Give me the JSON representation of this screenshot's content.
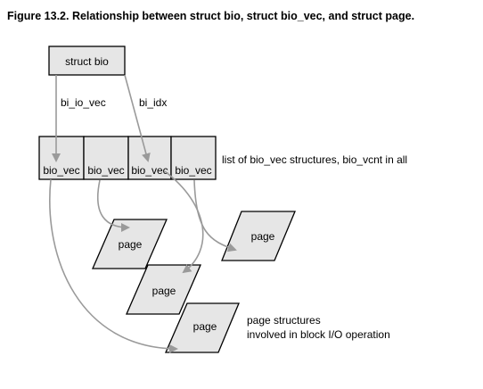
{
  "figure": {
    "title": "Figure 13.2. Relationship between struct bio, struct bio_vec, and struct page."
  },
  "struct_bio": {
    "label": "struct bio"
  },
  "edges": {
    "bi_io_vec": "bi_io_vec",
    "bi_idx": "bi_idx"
  },
  "bio_vec_array": {
    "cells": [
      "bio_vec",
      "bio_vec",
      "bio_vec",
      "bio_vec"
    ],
    "caption": "list of bio_vec structures, bio_vcnt in all"
  },
  "pages": {
    "labels": [
      "page",
      "page",
      "page",
      "page"
    ],
    "caption_line1": "page structures",
    "caption_line2": "involved in block I/O operation"
  },
  "colors": {
    "box_fill": "#e6e6e6",
    "arrow": "#9a9a9a",
    "stroke": "#000000"
  }
}
